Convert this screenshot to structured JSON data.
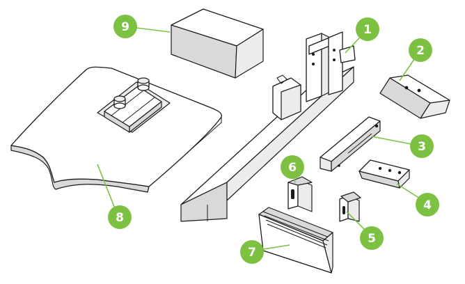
{
  "colors": {
    "accent": "#7cc142",
    "line": "#1a1a1a",
    "shade": "#d9d9d9"
  },
  "callouts": [
    {
      "number": "1",
      "part": "base-frame"
    },
    {
      "number": "2",
      "part": "angle-bracket"
    },
    {
      "number": "3",
      "part": "square-tube"
    },
    {
      "number": "4",
      "part": "slotted-bracket"
    },
    {
      "number": "5",
      "part": "small-clip"
    },
    {
      "number": "6",
      "part": "l-clip"
    },
    {
      "number": "7",
      "part": "paper-tray"
    },
    {
      "number": "8",
      "part": "work-plate"
    },
    {
      "number": "9",
      "part": "foam-block"
    }
  ]
}
